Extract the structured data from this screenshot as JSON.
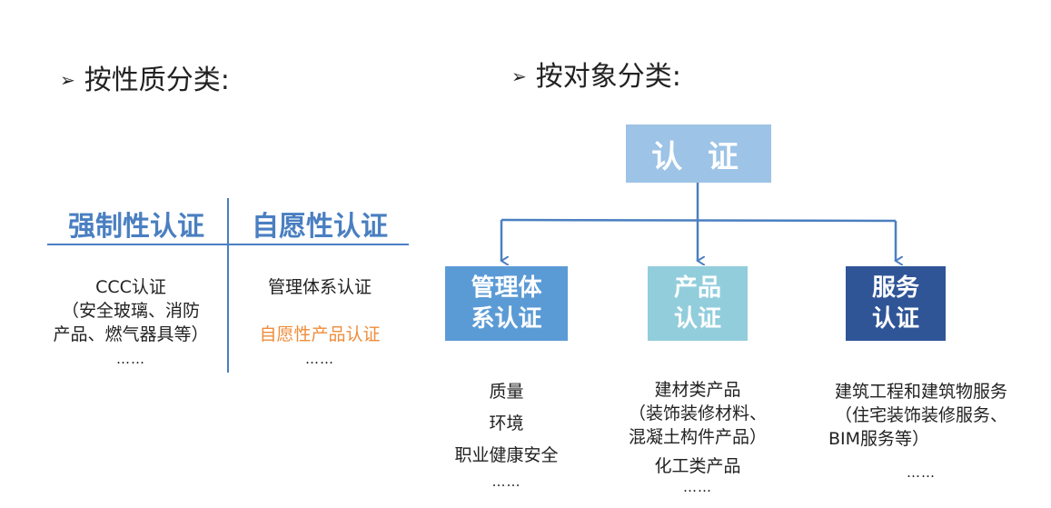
{
  "left_section": {
    "heading_arrow": "➢",
    "heading": "按性质分类:",
    "columns": [
      {
        "header": "强制性认证",
        "lines": [
          "CCC认证",
          "（安全玻璃、消防",
          "产品、燃气器具等）"
        ],
        "ellipsis": "……"
      },
      {
        "header": "自愿性认证",
        "lines": [
          "管理体系认证",
          "自愿性产品认证"
        ],
        "ellipsis": "……",
        "highlight_color": "#ef8c3a"
      }
    ]
  },
  "right_section": {
    "heading_arrow": "➢",
    "heading": "按对象分类:",
    "root": "认 证",
    "branches": [
      {
        "label_lines": [
          "管理体",
          "系认证"
        ],
        "color": "#5b9bd5",
        "items": [
          "质量",
          "环境",
          "职业健康安全"
        ],
        "ellipsis": "……"
      },
      {
        "label_lines": [
          "产品",
          "认证"
        ],
        "color": "#92cddc",
        "items": [
          "建材类产品",
          "（装饰装修材料、",
          "混凝土构件产品）",
          "化工类产品"
        ],
        "ellipsis": "……"
      },
      {
        "label_lines": [
          "服务",
          "认证"
        ],
        "color": "#2f5597",
        "items": [
          "建筑工程和建筑物服务",
          "（住宅装饰装修服务、",
          "BIM服务等）"
        ],
        "ellipsis": "……"
      }
    ],
    "connector_color": "#4a7fc1"
  }
}
